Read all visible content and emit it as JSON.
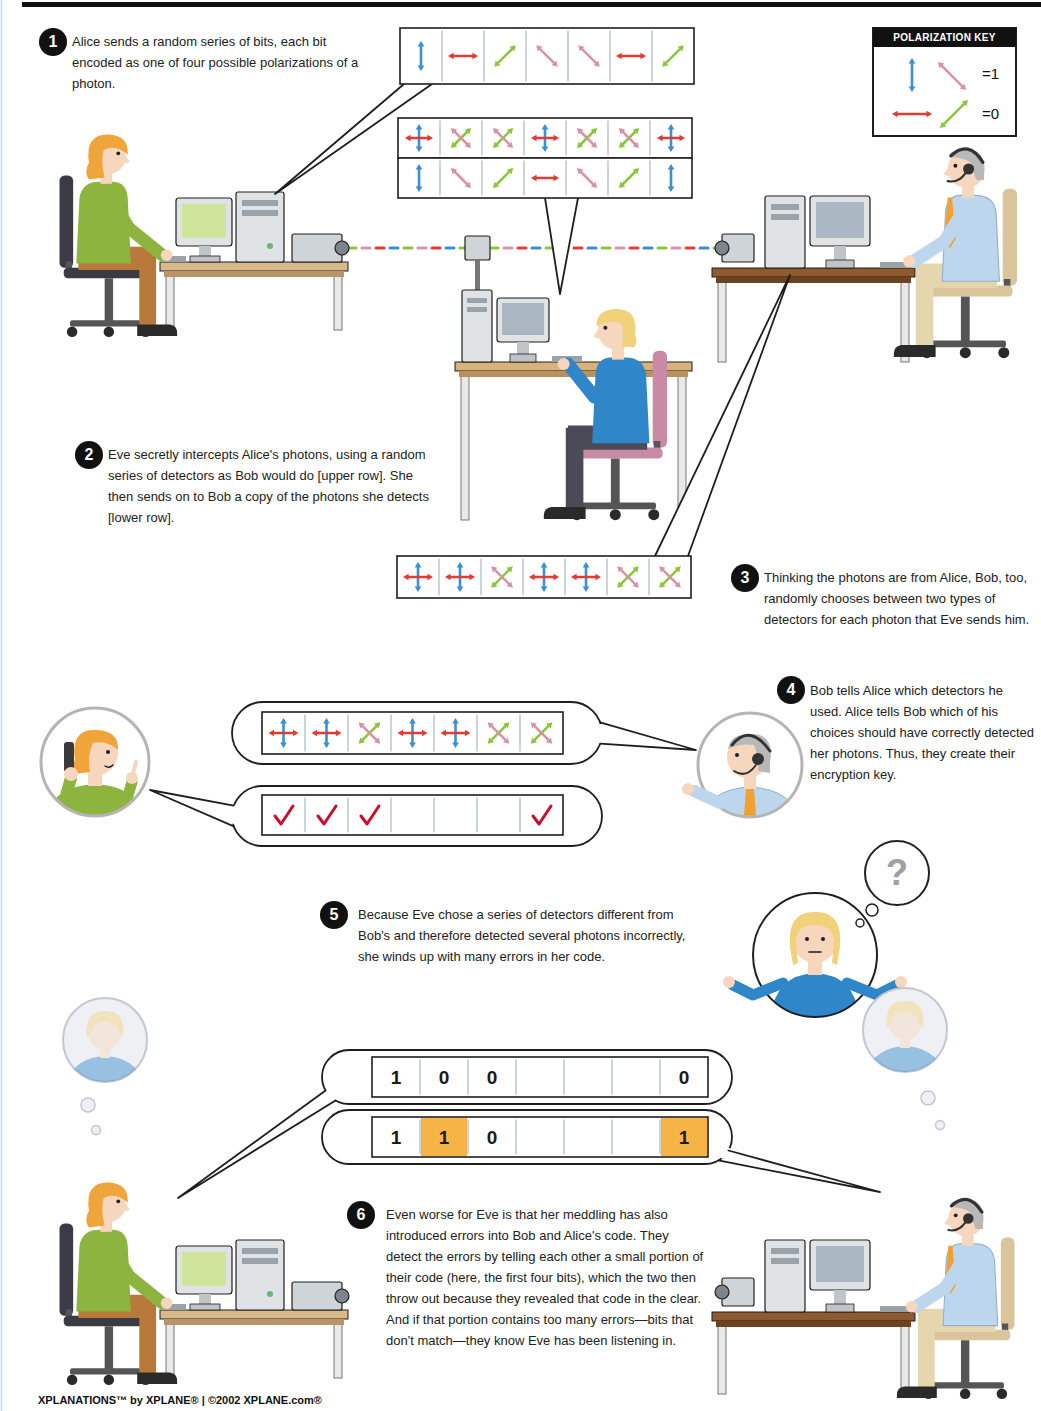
{
  "diagram": {
    "nodes": [
      {
        "text": [
          "1"
        ]
      },
      {
        "text": [
          "2"
        ]
      },
      {
        "text": [
          "3"
        ]
      },
      {
        "text": [
          "4"
        ]
      },
      {
        "text": [
          "?"
        ]
      },
      {
        "text": [
          "5"
        ]
      },
      {
        "text": [
          "1"
        ]
      },
      {
        "text": [
          "0"
        ]
      },
      {
        "text": [
          "0"
        ]
      },
      {
        "text": [
          "0"
        ]
      },
      {
        "text": [
          "1"
        ]
      },
      {
        "text": [
          "1"
        ]
      },
      {
        "text": [
          "0"
        ]
      },
      {
        "text": [
          "1"
        ]
      },
      {
        "text": [
          "6"
        ]
      }
    ],
    "labels": [
      "Alice sends a random series of bits, each bit encoded as one of four possible polarizations of a photon.",
      "POLARIZATION KEY",
      "Eve secretly intercepts Alice's photons, using a random series of detectors as Bob would do [upper row]. She then sends on to Bob a copy of the photons she detects [lower row].",
      "Thinking the photons are from Alice, Bob, too, randomly chooses between two types of detectors for each photon that Eve sends him.",
      "Bob tells Alice which detectors he used. Alice tells Bob which of his choices should have correctly detected her photons. Thus, they create their encryption key.",
      "Because Eve chose a series of detectors different from Bob's and therefore detected several photons incorrectly, she winds up with many errors in her code.",
      "Even worse for Eve is that her meddling has also introduced errors into Bob and Alice's code. They detect the errors by telling each other a small portion of their code (here, the first four bits), which the two then throw out because they revealed that code in the clear. And if that portion contains too many errors—bits that don't match—they know Eve has been listening in.",
      "XPLANATIONS™ by XPLANE® | ©2002 XPLANE.com®"
    ],
    "legend": [
      {
        "text": "=1"
      },
      {
        "text": "=0"
      }
    ]
  }
}
